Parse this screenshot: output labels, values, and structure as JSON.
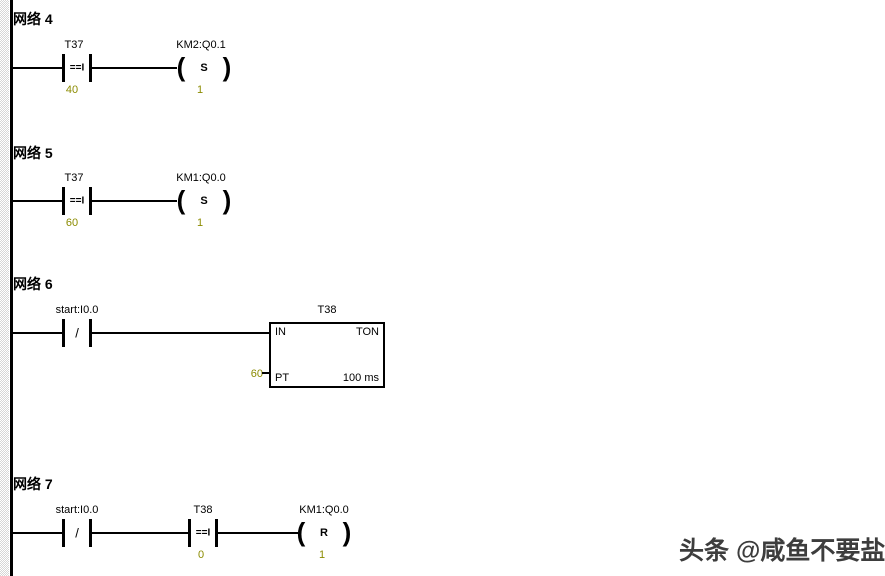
{
  "colors": {
    "value": "#8b8b00",
    "wire": "#000000",
    "watermark": "#3d3d3d"
  },
  "glyphs": {
    "coil_open": "(",
    "coil_close": ")"
  },
  "watermark": "头条 @咸鱼不要盐",
  "networks": [
    {
      "title": "网络 4",
      "contacts": [
        {
          "operand": "T37",
          "symbol": "==I",
          "value": "40"
        }
      ],
      "coil": {
        "operand": "KM2:Q0.1",
        "letter": "S",
        "value": "1"
      }
    },
    {
      "title": "网络 5",
      "contacts": [
        {
          "operand": "T37",
          "symbol": "==I",
          "value": "60"
        }
      ],
      "coil": {
        "operand": "KM1:Q0.0",
        "letter": "S",
        "value": "1"
      }
    },
    {
      "title": "网络 6",
      "contacts": [
        {
          "operand": "start:I0.0",
          "symbol": "/"
        }
      ],
      "timer": {
        "operand": "T38",
        "in_label": "IN",
        "type": "TON",
        "pt_label": "PT",
        "pt_value": "60",
        "time_base": "100 ms"
      }
    },
    {
      "title": "网络 7",
      "contacts": [
        {
          "operand": "start:I0.0",
          "symbol": "/"
        },
        {
          "operand": "T38",
          "symbol": "==I",
          "value": "0"
        }
      ],
      "coil": {
        "operand": "KM1:Q0.0",
        "letter": "R",
        "value": "1"
      }
    }
  ]
}
